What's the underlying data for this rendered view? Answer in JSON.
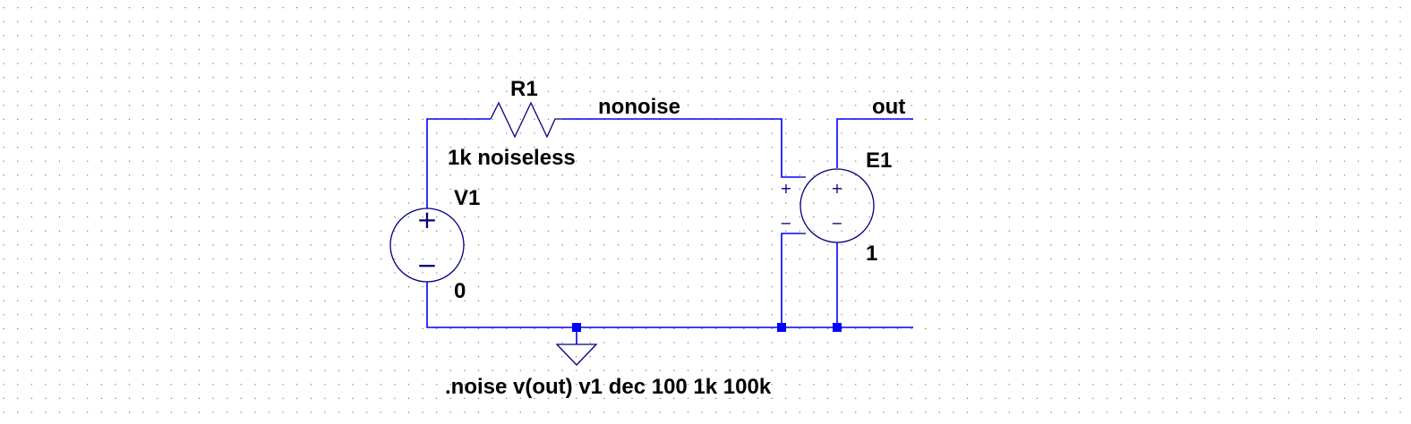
{
  "labels": {
    "r1_name": "R1",
    "r1_value": "1k noiseless",
    "net_nonoise": "nonoise",
    "net_out": "out",
    "v1_name": "V1",
    "v1_value": "0",
    "e1_name": "E1",
    "e1_value": "1",
    "directive": ".noise v(out) v1 dec 100 1k 100k"
  },
  "symbols": {
    "v1_plus": "+",
    "v1_minus": "−",
    "e1_in_plus": "+",
    "e1_in_minus": "−",
    "e1_out_plus": "+",
    "e1_out_minus": "−"
  },
  "colors": {
    "wire": "#0000ff",
    "symbol": "#000080",
    "grid_dot": "#000000",
    "text": "#000000",
    "background": "#ffffff"
  },
  "icons": {
    "v1": "voltage-source-icon",
    "e1": "vcvs-icon",
    "r1": "resistor-icon",
    "ground": "ground-icon"
  }
}
